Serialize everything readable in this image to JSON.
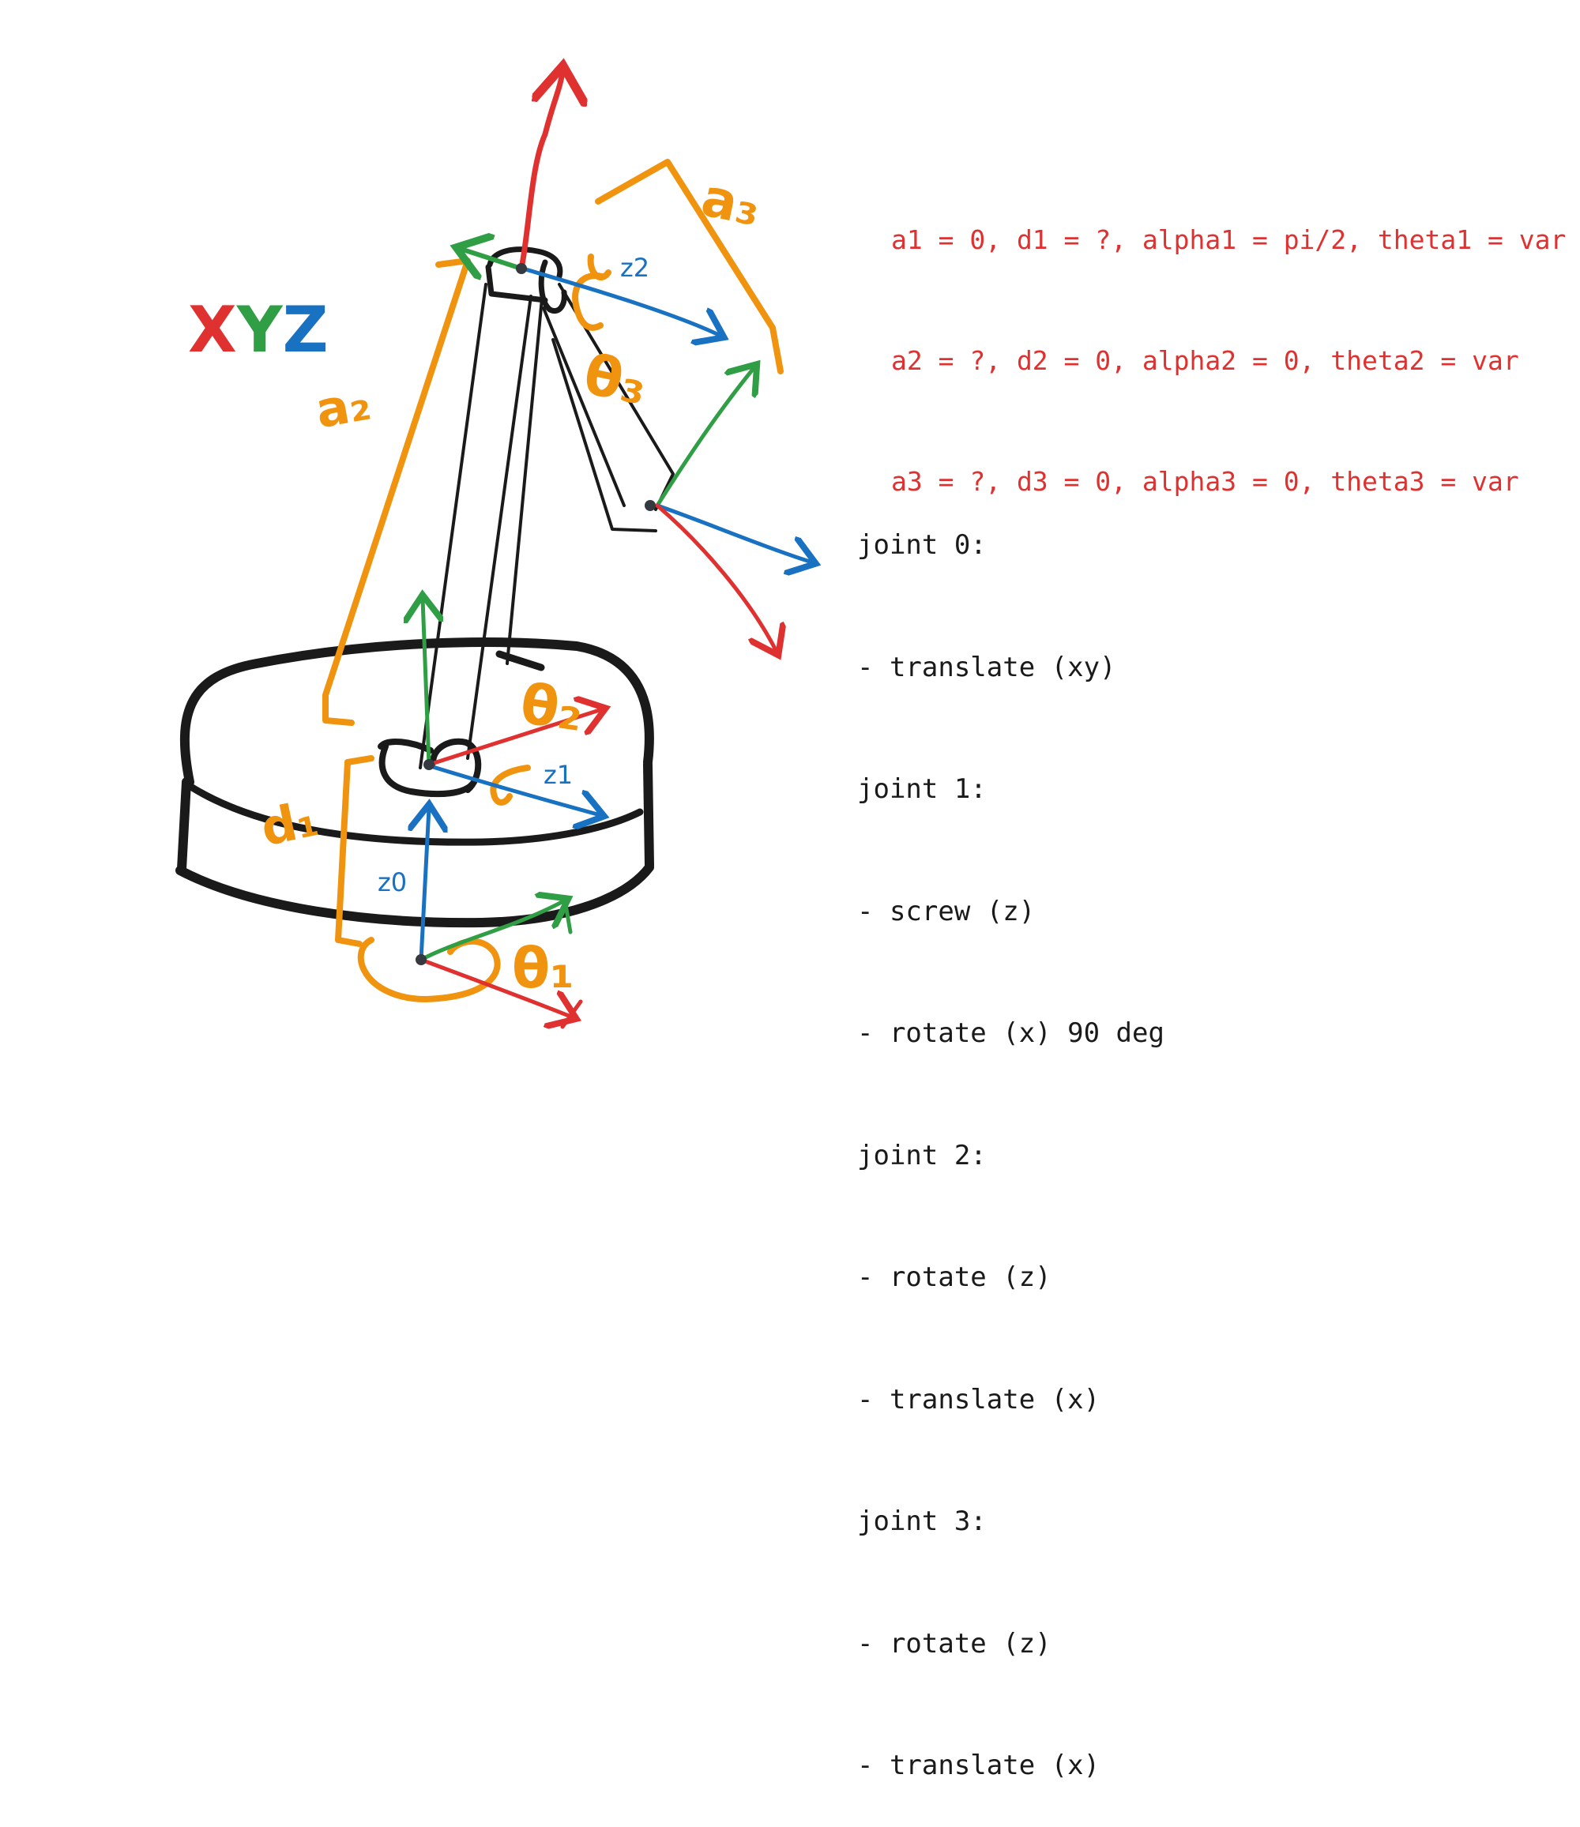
{
  "legend": {
    "x": "X",
    "y": "Y",
    "z": "Z",
    "colors": {
      "x": "#e03131",
      "y": "#2f9e44",
      "z": "#1971c2"
    }
  },
  "dh_params": [
    "a1 = 0, d1 = ?, alpha1 = pi/2, theta1 = var",
    "a2 = ?, d2 = 0, alpha2 = 0, theta2 = var",
    "a3 = ?, d3 = 0, alpha3 = 0, theta3 = var"
  ],
  "joints": [
    "joint 0:",
    "- translate (xy)",
    "joint 1:",
    "- screw (z)",
    "- rotate (x) 90 deg",
    "joint 2:",
    "- rotate (z)",
    "- translate (x)",
    "joint 3:",
    "- rotate (z)",
    "- translate (x)"
  ],
  "labels": {
    "a2": "a₂",
    "a3": "a₃",
    "d1": "d₁",
    "theta1": "θ₁",
    "theta2": "θ₂",
    "theta3": "θ₃",
    "z0": "z0",
    "z1": "z1",
    "z2": "z2"
  },
  "colors": {
    "outline": "#1a1a1a",
    "dimension": "#f0940f",
    "text_params": "#e03131"
  }
}
